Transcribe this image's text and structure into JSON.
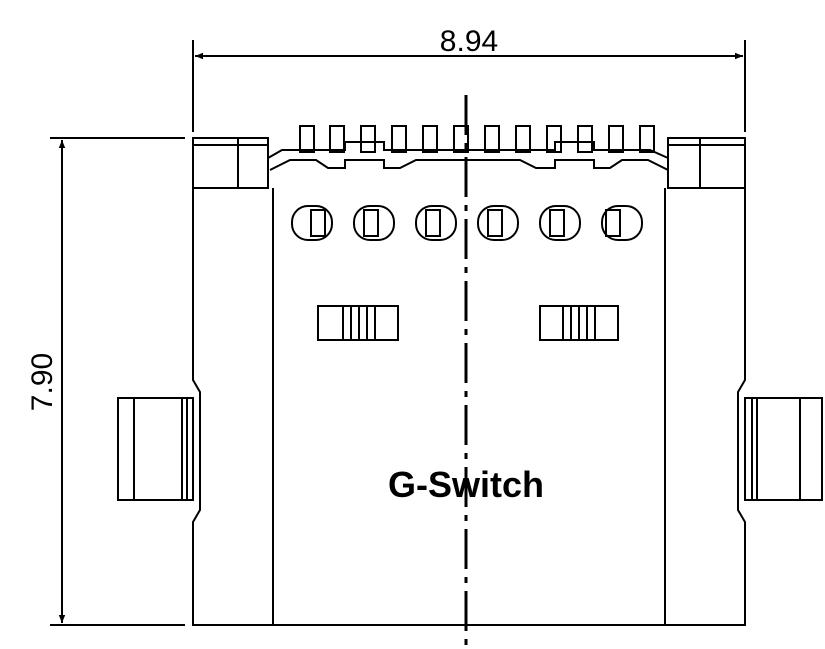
{
  "dimensions": {
    "width_label": "8.94",
    "height_label": "7.90"
  },
  "part_label": "G-Switch"
}
